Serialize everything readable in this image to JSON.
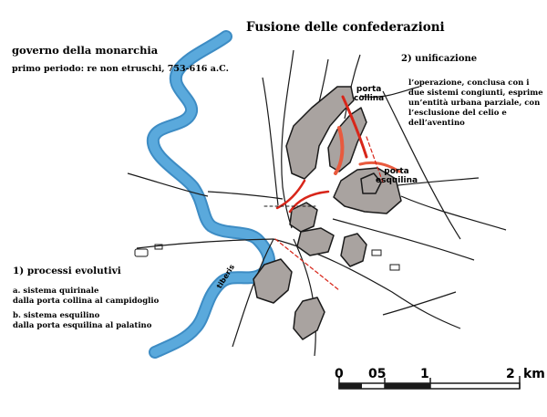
{
  "title": "Fusione delle confederazioni",
  "government": {
    "heading": "governo della monarchia",
    "period": "primo periodo: re non etruschi, 753-616 a.C."
  },
  "unification": {
    "heading": "2) unificazione",
    "text": "l’operazione, conclusa con i due sistemi congiunti, esprime un’entità urbana parziale, con l’esclusione del celio e dell’aventino"
  },
  "processes": {
    "heading": "1) processi evolutivi",
    "a_line1": "a. sistema quirinale",
    "a_line2": "dalla porta collina al campidoglio",
    "b_line1": "b. sistema esquilino",
    "b_line2": "dalla porta esquilina al palatino"
  },
  "map_labels": {
    "porta_collina_1": "porta",
    "porta_collina_2": "collina",
    "porta_esquilina_1": "porta",
    "porta_esquilina_2": "esquilina",
    "river": "tiberis"
  },
  "scale": {
    "labels": [
      "0",
      "05",
      "1",
      "2"
    ],
    "unit": "km"
  },
  "colors": {
    "river": "#5aa9dc",
    "river_edge": "#3d8cc4",
    "hill_fill": "#a9a3a0",
    "roads": "#1a1a1a",
    "quirinal_system": "#d8261a",
    "esquiline_system": "#e85a3e"
  }
}
